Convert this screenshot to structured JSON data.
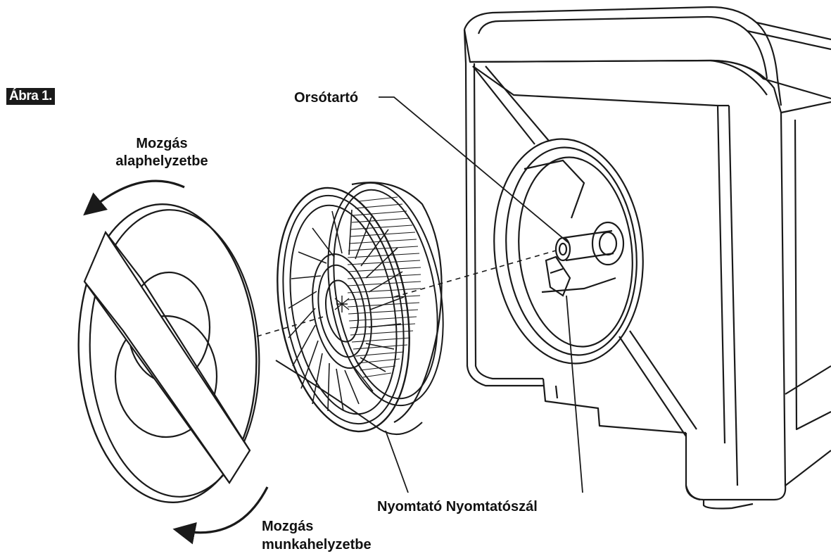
{
  "figure": {
    "badge": "Ábra 1."
  },
  "labels": {
    "reset_move_line1": "Mozgás",
    "reset_move_line2": "alaphelyzetbe",
    "spool_holder": "Orsótartó",
    "filament": "Nyomtató Nyomtatószál",
    "work_move_line1": "Mozgás",
    "work_move_line2": "munkahelyzetbe"
  },
  "colors": {
    "line": "#1a1a1a",
    "background": "#ffffff",
    "badge_bg": "#1a1a1a",
    "badge_text": "#ffffff"
  }
}
